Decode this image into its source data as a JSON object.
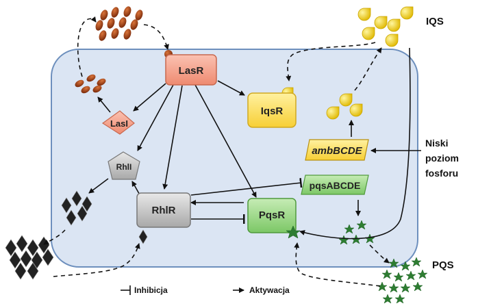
{
  "nodes": {
    "lasr": "LasR",
    "lasi": "LasI",
    "iqsr": "IqsR",
    "rhli": "RhlI",
    "rhlr": "RhlR",
    "pqsr": "PqsR",
    "amb": "ambBCDE",
    "pqs_operon": "pqsABCDE"
  },
  "labels": {
    "iqs": "IQS",
    "pqs": "PQS",
    "phosphate_line1": "Niski",
    "phosphate_line2": "poziom",
    "phosphate_line3": "fosforu"
  },
  "legend": {
    "inhibition": "Inhibicja",
    "activation": "Aktywacja"
  },
  "colors": {
    "cell_fill": "#dbe5f3",
    "cell_stroke": "#6d8fbd",
    "lasr": "#f4a08a",
    "iqsr": "#ffd84a",
    "rhlr": "#c4c4c4",
    "pqsr": "#8fd27a",
    "amb": "#ffe066",
    "pqs_operon": "#8fd27a",
    "ahl_brown": "#9a3d12",
    "iqs_yellow": "#f2d42a",
    "pqs_green": "#2e7d32"
  }
}
